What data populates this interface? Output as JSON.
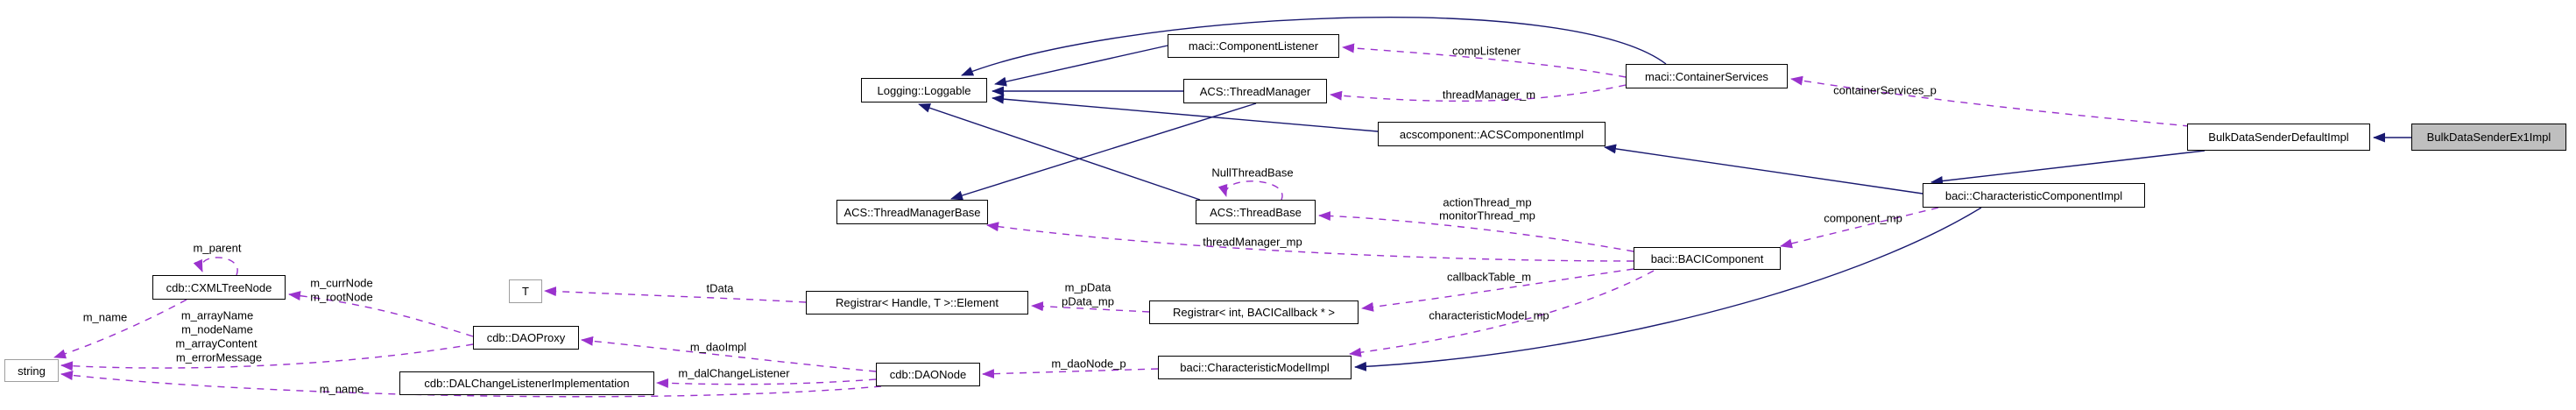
{
  "diagram": {
    "type": "doxygen-collaboration-graph",
    "highlighted_class": "BulkDataSenderEx1Impl",
    "colors": {
      "inheritance_edge": "#191970",
      "usage_edge": "#9a32cd",
      "node_border": "#000000",
      "node_fill": "#ffffff",
      "highlight_node_fill": "#bfbfbf",
      "muted_node_border": "#9e9e9e",
      "text": "#000000",
      "background": "#ffffff"
    },
    "nodes": [
      {
        "label": "maci::ComponentListener"
      },
      {
        "label": "maci::ContainerServices"
      },
      {
        "label": "Logging::Loggable"
      },
      {
        "label": "ACS::ThreadManager"
      },
      {
        "label": "acscomponent::ACSComponentImpl"
      },
      {
        "label": "BulkDataSenderDefaultImpl"
      },
      {
        "label": "BulkDataSenderEx1Impl"
      },
      {
        "label": "baci::CharacteristicComponentImpl"
      },
      {
        "label": "ACS::ThreadManagerBase"
      },
      {
        "label": "ACS::ThreadBase"
      },
      {
        "label": "baci::BACIComponent"
      },
      {
        "label": "T"
      },
      {
        "label": "Registrar< Handle, T >::Element"
      },
      {
        "label": "Registrar< int, BACICallback * >"
      },
      {
        "label": "cdb::CXMLTreeNode"
      },
      {
        "label": "cdb::DAOProxy"
      },
      {
        "label": "string"
      },
      {
        "label": "cdb::DALChangeListenerImplementation"
      },
      {
        "label": "cdb::DAONode"
      },
      {
        "label": "baci::CharacteristicModelImpl"
      }
    ],
    "edge_labels": [
      {
        "text": "compListener"
      },
      {
        "text": "threadManager_m"
      },
      {
        "text": "containerServices_p"
      },
      {
        "text": "NullThreadBase"
      },
      {
        "text": "actionThread_mp"
      },
      {
        "text": "monitorThread_mp"
      },
      {
        "text": "threadManager_mp"
      },
      {
        "text": "component_mp"
      },
      {
        "text": "callbackTable_m"
      },
      {
        "text": "characteristicModel_mp"
      },
      {
        "text": "m_pData"
      },
      {
        "text": "pData_mp"
      },
      {
        "text": "tData"
      },
      {
        "text": "m_currNode"
      },
      {
        "text": "m_rootNode"
      },
      {
        "text": "m_parent"
      },
      {
        "text": "m_name"
      },
      {
        "text": "m_arrayName"
      },
      {
        "text": "m_nodeName"
      },
      {
        "text": "m_arrayContent"
      },
      {
        "text": "m_errorMessage"
      },
      {
        "text": "m_daoImpl"
      },
      {
        "text": "m_dalChangeListener"
      },
      {
        "text": "m_daoNode_p"
      },
      {
        "text": "m_name"
      }
    ]
  }
}
